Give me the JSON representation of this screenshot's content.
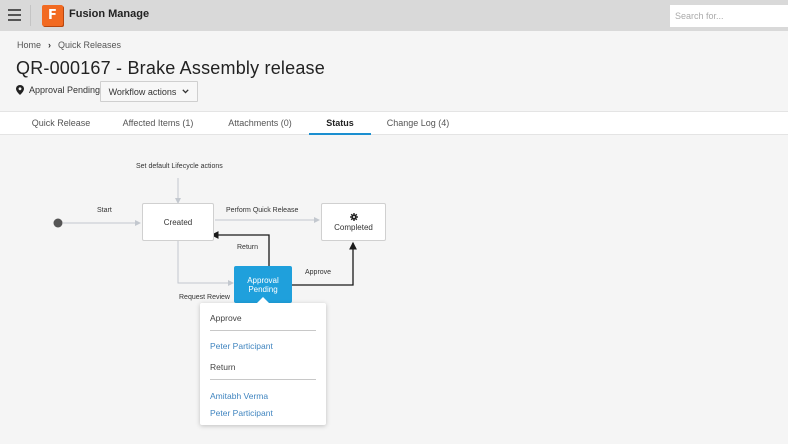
{
  "header": {
    "menu_icon": "hamburger-icon",
    "logo_letter": "F",
    "app_title": "Fusion Manage",
    "search_placeholder": "Search for..."
  },
  "breadcrumb": {
    "items": [
      "Home",
      "Quick Releases"
    ],
    "separator_icon": "chevron-right-icon"
  },
  "page": {
    "title": "QR-000167 - Brake Assembly release",
    "status_icon": "location-pin-icon",
    "status": "Approval Pending",
    "workflow_button": "Workflow actions"
  },
  "tabs": [
    {
      "label": "Quick Release",
      "active": false
    },
    {
      "label": "Affected Items (1)",
      "active": false
    },
    {
      "label": "Attachments (0)",
      "active": false
    },
    {
      "label": "Status",
      "active": true
    },
    {
      "label": "Change Log (4)",
      "active": false
    }
  ],
  "workflow": {
    "states": [
      {
        "id": "created",
        "label": "Created"
      },
      {
        "id": "approval",
        "label_line1": "Approval",
        "label_line2": "Pending",
        "active": true
      },
      {
        "id": "completed",
        "label": "Completed",
        "icon": "gear-icon"
      }
    ],
    "transitions": {
      "set_default": "Set default Lifecycle actions",
      "start": "Start",
      "perform": "Perform Quick Release",
      "return": "Return",
      "approve": "Approve",
      "request_review": "Request Review"
    },
    "colors": {
      "active_state": "#1fa0dc",
      "inactive_arrow": "#c3c8cf",
      "active_arrow": "#1a1a1a"
    }
  },
  "popup": {
    "approve_header": "Approve",
    "approve_people": [
      "Peter Participant"
    ],
    "return_header": "Return",
    "return_people": [
      "Amitabh Verma",
      "Peter Participant"
    ]
  }
}
